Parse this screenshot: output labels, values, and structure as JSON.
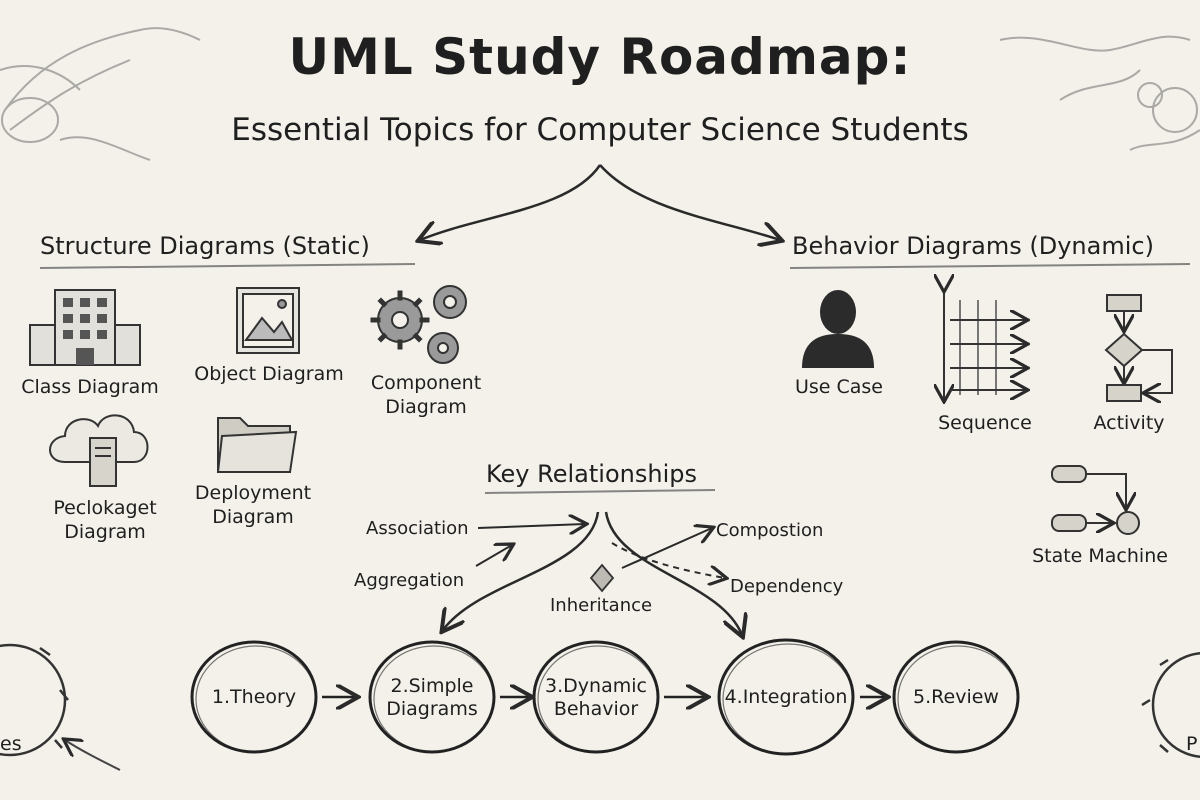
{
  "header": {
    "title": "UML Study Roadmap:",
    "subtitle": "Essential Topics for Computer Science Students"
  },
  "structure": {
    "heading": "Structure Diagrams (Static)",
    "items": [
      {
        "id": "class",
        "label": "Class Diagram",
        "icon": "building-icon"
      },
      {
        "id": "object",
        "label": "Object Diagram",
        "icon": "picture-icon"
      },
      {
        "id": "component",
        "label": "Component Diagram",
        "icon": "gears-icon"
      },
      {
        "id": "package",
        "label": "Peclokaget Diagram",
        "icon": "cloud-server-icon"
      },
      {
        "id": "deployment",
        "label": "Deployment Diagram",
        "icon": "folder-icon"
      }
    ]
  },
  "behavior": {
    "heading": "Behavior Diagrams (Dynamic)",
    "items": [
      {
        "id": "usecase",
        "label": "Use Case",
        "icon": "person-icon"
      },
      {
        "id": "sequence",
        "label": "Sequence",
        "icon": "sequence-arrows-icon"
      },
      {
        "id": "activity",
        "label": "Activity",
        "icon": "flowchart-icon"
      },
      {
        "id": "state",
        "label": "State Machine",
        "icon": "state-machine-icon"
      }
    ]
  },
  "relationships": {
    "heading": "Key Relationships",
    "items": [
      "Association",
      "Aggregation",
      "Inheritance",
      "Compostion",
      "Dependency"
    ]
  },
  "steps": [
    {
      "line1": "1.Theory",
      "line2": ""
    },
    {
      "line1": "2.Simple",
      "line2": "Diagrams"
    },
    {
      "line1": "3.Dynamic",
      "line2": "Behavior"
    },
    {
      "line1": "4.Integration",
      "line2": ""
    },
    {
      "line1": "5.Review",
      "line2": ""
    }
  ],
  "edge_fragments": {
    "left": "es",
    "right": "P"
  }
}
